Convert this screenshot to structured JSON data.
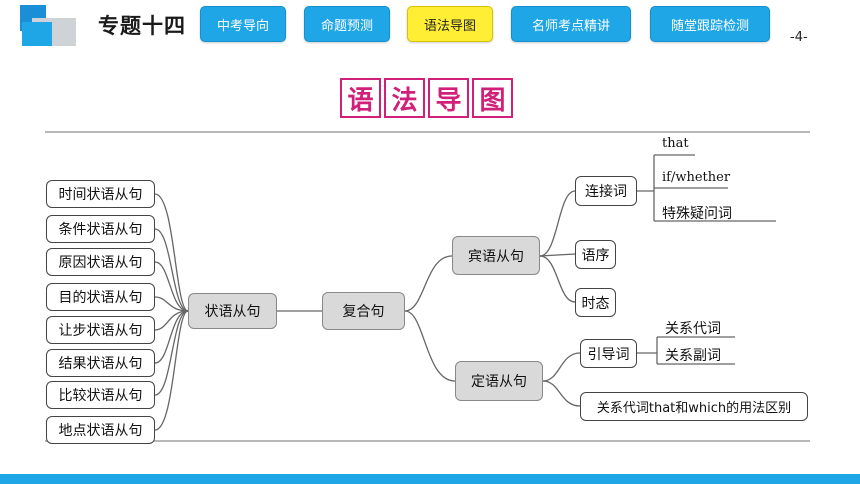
{
  "header": {
    "title": "专题十四",
    "page_number": "-4-",
    "nav": [
      {
        "label": "中考导向",
        "active": false
      },
      {
        "label": "命题预测",
        "active": false
      },
      {
        "label": "语法导图",
        "active": true
      },
      {
        "label": "名师考点精讲",
        "active": false
      },
      {
        "label": "随堂跟踪检测",
        "active": false
      }
    ]
  },
  "banner": {
    "chars": [
      "语",
      "法",
      "导",
      "图"
    ]
  },
  "mindmap": {
    "root": "复合句",
    "adverbial": {
      "label": "状语从句",
      "items": [
        "时间状语从句",
        "条件状语从句",
        "原因状语从句",
        "目的状语从句",
        "让步状语从句",
        "结果状语从句",
        "比较状语从句",
        "地点状语从句"
      ]
    },
    "object": {
      "label": "宾语从句",
      "connective": {
        "label": "连接词",
        "items": [
          "that",
          "if/whether",
          "特殊疑问词"
        ]
      },
      "order": "语序",
      "tense": "时态"
    },
    "attributive": {
      "label": "定语从句",
      "guide": {
        "label": "引导词",
        "items": [
          "关系代词",
          "关系副词"
        ]
      },
      "usage": "关系代词that和which的用法区别"
    }
  },
  "colors": {
    "accent_blue": "#1fa6e6",
    "active_yellow": "#ffee33",
    "banner_magenta": "#d1207a"
  }
}
